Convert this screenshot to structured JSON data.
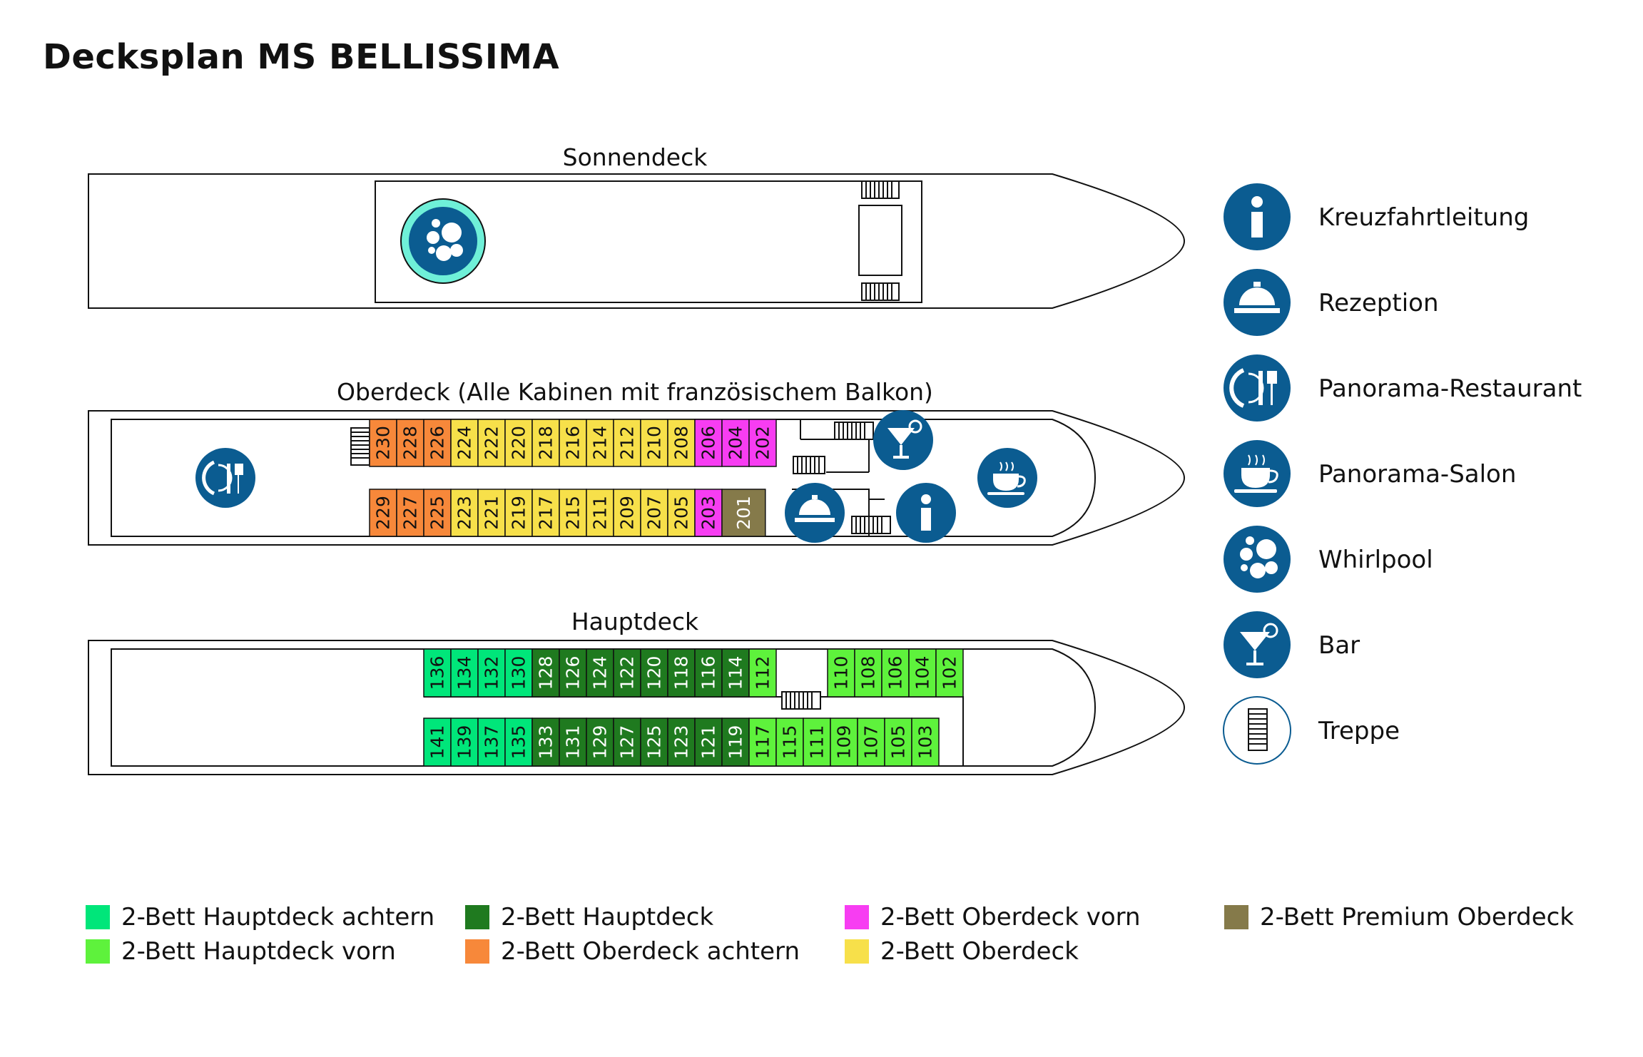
{
  "title": "Decksplan MS BELLISSIMA",
  "decks": {
    "sonnendeck": {
      "label": "Sonnendeck"
    },
    "oberdeck": {
      "label": "Oberdeck (Alle Kabinen mit französischem Balkon)"
    },
    "hauptdeck": {
      "label": "Hauptdeck"
    }
  },
  "colors": {
    "hauptdeck_achtern": "#00e67a",
    "hauptdeck": "#1f7a1f",
    "hauptdeck_vorn": "#5ef23c",
    "oberdeck_achtern": "#f7883a",
    "oberdeck_vorn": "#f73df2",
    "oberdeck": "#f7e04a",
    "premium_oberdeck": "#857a4a",
    "icon_blue": "#0b5c91",
    "whirlpool_ring": "#6ff0d8"
  },
  "cabins": {
    "oberdeck_top": [
      {
        "num": "230",
        "cat": "oberdeck_achtern"
      },
      {
        "num": "228",
        "cat": "oberdeck_achtern"
      },
      {
        "num": "226",
        "cat": "oberdeck_achtern"
      },
      {
        "num": "224",
        "cat": "oberdeck"
      },
      {
        "num": "222",
        "cat": "oberdeck"
      },
      {
        "num": "220",
        "cat": "oberdeck"
      },
      {
        "num": "218",
        "cat": "oberdeck"
      },
      {
        "num": "216",
        "cat": "oberdeck"
      },
      {
        "num": "214",
        "cat": "oberdeck"
      },
      {
        "num": "212",
        "cat": "oberdeck"
      },
      {
        "num": "210",
        "cat": "oberdeck"
      },
      {
        "num": "208",
        "cat": "oberdeck"
      },
      {
        "num": "206",
        "cat": "oberdeck_vorn"
      },
      {
        "num": "204",
        "cat": "oberdeck_vorn"
      },
      {
        "num": "202",
        "cat": "oberdeck_vorn"
      }
    ],
    "oberdeck_bottom": [
      {
        "num": "229",
        "cat": "oberdeck_achtern"
      },
      {
        "num": "227",
        "cat": "oberdeck_achtern"
      },
      {
        "num": "225",
        "cat": "oberdeck_achtern"
      },
      {
        "num": "223",
        "cat": "oberdeck"
      },
      {
        "num": "221",
        "cat": "oberdeck"
      },
      {
        "num": "219",
        "cat": "oberdeck"
      },
      {
        "num": "217",
        "cat": "oberdeck"
      },
      {
        "num": "215",
        "cat": "oberdeck"
      },
      {
        "num": "211",
        "cat": "oberdeck"
      },
      {
        "num": "209",
        "cat": "oberdeck"
      },
      {
        "num": "207",
        "cat": "oberdeck"
      },
      {
        "num": "205",
        "cat": "oberdeck"
      },
      {
        "num": "203",
        "cat": "oberdeck_vorn"
      },
      {
        "num": "201",
        "cat": "premium_oberdeck",
        "wide": true
      }
    ],
    "hauptdeck_top_a": [
      {
        "num": "136",
        "cat": "hauptdeck_achtern"
      },
      {
        "num": "134",
        "cat": "hauptdeck_achtern"
      },
      {
        "num": "132",
        "cat": "hauptdeck_achtern"
      },
      {
        "num": "130",
        "cat": "hauptdeck_achtern"
      },
      {
        "num": "128",
        "cat": "hauptdeck"
      },
      {
        "num": "126",
        "cat": "hauptdeck"
      },
      {
        "num": "124",
        "cat": "hauptdeck"
      },
      {
        "num": "122",
        "cat": "hauptdeck"
      },
      {
        "num": "120",
        "cat": "hauptdeck"
      },
      {
        "num": "118",
        "cat": "hauptdeck"
      },
      {
        "num": "116",
        "cat": "hauptdeck"
      },
      {
        "num": "114",
        "cat": "hauptdeck"
      },
      {
        "num": "112",
        "cat": "hauptdeck_vorn"
      }
    ],
    "hauptdeck_top_b": [
      {
        "num": "110",
        "cat": "hauptdeck_vorn"
      },
      {
        "num": "108",
        "cat": "hauptdeck_vorn"
      },
      {
        "num": "106",
        "cat": "hauptdeck_vorn"
      },
      {
        "num": "104",
        "cat": "hauptdeck_vorn"
      },
      {
        "num": "102",
        "cat": "hauptdeck_vorn"
      }
    ],
    "hauptdeck_bottom": [
      {
        "num": "141",
        "cat": "hauptdeck_achtern"
      },
      {
        "num": "139",
        "cat": "hauptdeck_achtern"
      },
      {
        "num": "137",
        "cat": "hauptdeck_achtern"
      },
      {
        "num": "135",
        "cat": "hauptdeck_achtern"
      },
      {
        "num": "133",
        "cat": "hauptdeck"
      },
      {
        "num": "131",
        "cat": "hauptdeck"
      },
      {
        "num": "129",
        "cat": "hauptdeck"
      },
      {
        "num": "127",
        "cat": "hauptdeck"
      },
      {
        "num": "125",
        "cat": "hauptdeck"
      },
      {
        "num": "123",
        "cat": "hauptdeck"
      },
      {
        "num": "121",
        "cat": "hauptdeck"
      },
      {
        "num": "119",
        "cat": "hauptdeck"
      },
      {
        "num": "117",
        "cat": "hauptdeck_vorn"
      },
      {
        "num": "115",
        "cat": "hauptdeck_vorn"
      },
      {
        "num": "111",
        "cat": "hauptdeck_vorn"
      },
      {
        "num": "109",
        "cat": "hauptdeck_vorn"
      },
      {
        "num": "107",
        "cat": "hauptdeck_vorn"
      },
      {
        "num": "105",
        "cat": "hauptdeck_vorn"
      },
      {
        "num": "103",
        "cat": "hauptdeck_vorn"
      }
    ]
  },
  "icon_key": [
    {
      "icon": "info-icon",
      "label": "Kreuzfahrtleitung"
    },
    {
      "icon": "reception-bell-icon",
      "label": "Rezeption"
    },
    {
      "icon": "restaurant-icon",
      "label": "Panorama-Restaurant"
    },
    {
      "icon": "coffee-cup-icon",
      "label": "Panorama-Salon"
    },
    {
      "icon": "whirlpool-icon",
      "label": "Whirlpool"
    },
    {
      "icon": "cocktail-icon",
      "label": "Bar"
    },
    {
      "icon": "stairs-icon",
      "label": "Treppe"
    }
  ],
  "legend": [
    {
      "cat": "hauptdeck_achtern",
      "label": "2-Bett Hauptdeck achtern"
    },
    {
      "cat": "hauptdeck_vorn",
      "label": "2-Bett Hauptdeck vorn"
    },
    {
      "cat": "hauptdeck",
      "label": "2-Bett Hauptdeck"
    },
    {
      "cat": "oberdeck_achtern",
      "label": "2-Bett Oberdeck achtern"
    },
    {
      "cat": "oberdeck_vorn",
      "label": "2-Bett Oberdeck vorn"
    },
    {
      "cat": "oberdeck",
      "label": "2-Bett Oberdeck"
    },
    {
      "cat": "premium_oberdeck",
      "label": "2-Bett Premium Oberdeck"
    }
  ]
}
